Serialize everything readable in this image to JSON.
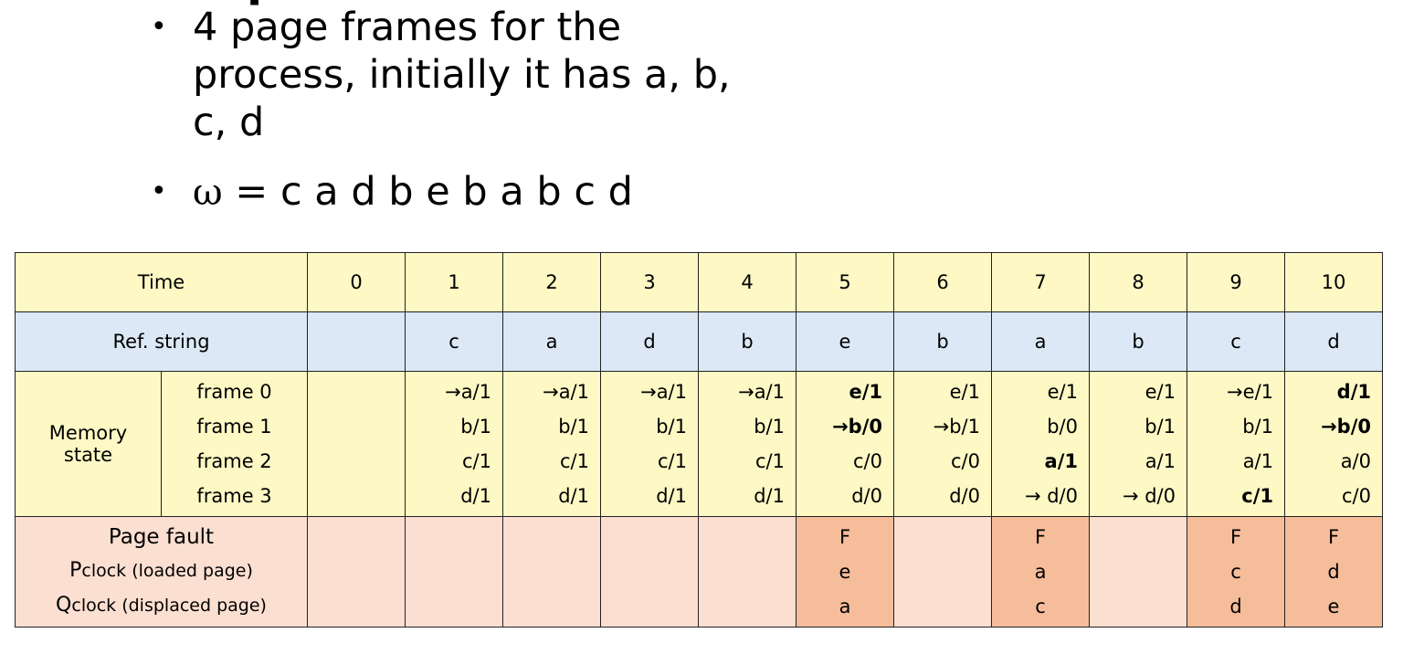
{
  "heading_partial": "p",
  "bullets": {
    "b1_line1": "4 page frames for the process, initially it has a, b,",
    "b1_line2": "c, d",
    "b2_symbol": "ω",
    "b2_text": " = c a d b e b a b c d",
    "dot": "•"
  },
  "table": {
    "time_label": "Time",
    "times": [
      "0",
      "1",
      "2",
      "3",
      "4",
      "5",
      "6",
      "7",
      "8",
      "9",
      "10"
    ],
    "ref_label": "Ref. string",
    "refs": [
      "",
      "c",
      "a",
      "d",
      "b",
      "e",
      "b",
      "a",
      "b",
      "c",
      "d"
    ],
    "memory_label_1": "Memory",
    "memory_label_2": "state",
    "frame_labels": [
      "frame 0",
      "frame 1",
      "frame 2",
      "frame 3"
    ],
    "memory": {
      "t1": [
        "→a/1",
        "b/1",
        "c/1",
        "d/1"
      ],
      "t2": [
        "→a/1",
        "b/1",
        "c/1",
        "d/1"
      ],
      "t3": [
        "→a/1",
        "b/1",
        "c/1",
        "d/1"
      ],
      "t4": [
        "→a/1",
        "b/1",
        "c/1",
        "d/1"
      ],
      "t5": [
        "e/1",
        "→b/0",
        "c/0",
        "d/0"
      ],
      "t6": [
        "e/1",
        "→b/1",
        "c/0",
        "d/0"
      ],
      "t7": [
        "e/1",
        "b/0",
        "a/1",
        "→ d/0"
      ],
      "t8": [
        "e/1",
        "b/1",
        "a/1",
        "→ d/0"
      ],
      "t9": [
        "→e/1",
        "b/1",
        "a/1",
        "c/1"
      ],
      "t10": [
        "d/1",
        "→b/0",
        "a/0",
        "c/0"
      ]
    },
    "pf_label": "Page fault",
    "pclock_big": "P",
    "pclock_rest": "clock (loaded page)",
    "qclock_big": "Q",
    "qclock_rest": "clock (displaced page)",
    "faults": {
      "t5": [
        "F",
        "e",
        "a"
      ],
      "t7": [
        "F",
        "a",
        "c"
      ],
      "t9": [
        "F",
        "c",
        "d"
      ],
      "t10": [
        "F",
        "d",
        "e"
      ]
    }
  },
  "colors": {
    "time_row": "#fdf8c4",
    "ref_row": "#dce8f5",
    "memory_row": "#fdf8c4",
    "fault_row": "#fbdfd1",
    "fault_cell": "#f6bd9b"
  }
}
